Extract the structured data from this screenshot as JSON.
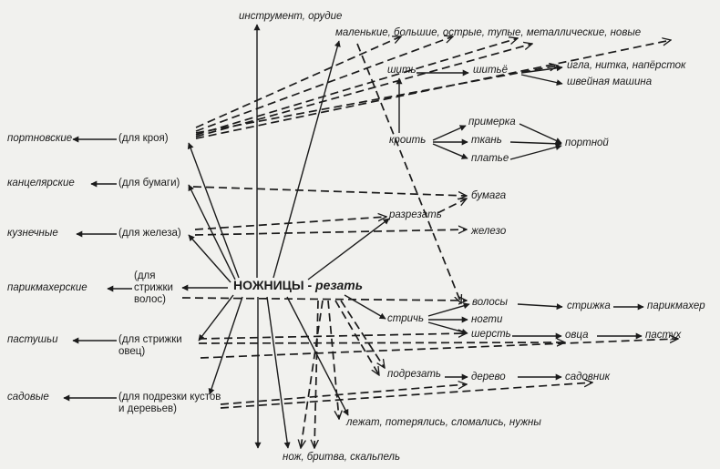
{
  "center": {
    "noun": "НОЖНИЦЫ",
    "sep": " - ",
    "verb": "резать"
  },
  "labels": {
    "instrument": "инструмент, орудие",
    "adjectives": "маленькие, большие, острые, тупые, металлические, новые",
    "shit": "шить",
    "shitye": "шитьё",
    "igla": "игла, нитка, напёрсток",
    "shveinaya": "швейная машина",
    "portnovskie": "портновские",
    "dlya_kroya": "(для кроя)",
    "kroit": "кроить",
    "primerka": "примерка",
    "tkan": "ткань",
    "portnoi": "портной",
    "platye": "платье",
    "kantselyarskie": "канцелярские",
    "dlya_bumagi": "(для бумаги)",
    "bumaga": "бумага",
    "razrezat": "разрезать",
    "zhelezo": "железо",
    "kuznechnye": "кузнечные",
    "dlya_zheleza": "(для железа)",
    "parikmakherskie": "парикмахерские",
    "dlya_strizhki_volos": "(для стрижки волос)",
    "volosy": "волосы",
    "strizhka": "стрижка",
    "parikmakher": "парикмахер",
    "strich": "стричь",
    "nogti": "ногти",
    "sherst": "шерсть",
    "ovtsa": "овца",
    "pastukh": "пастух",
    "pastushyi": "пастушьи",
    "dlya_strizhki_ovets": "(для стрижки овец)",
    "podrezat": "подрезать",
    "derevo": "дерево",
    "sadovnik": "садовник",
    "sadovye": "садовые",
    "dlya_podrezki": "(для подрезки кустов и деревьев)",
    "lezhat": "лежат, потерялись, сломались, нужны",
    "nozh": "нож, бритва, скальпель"
  }
}
